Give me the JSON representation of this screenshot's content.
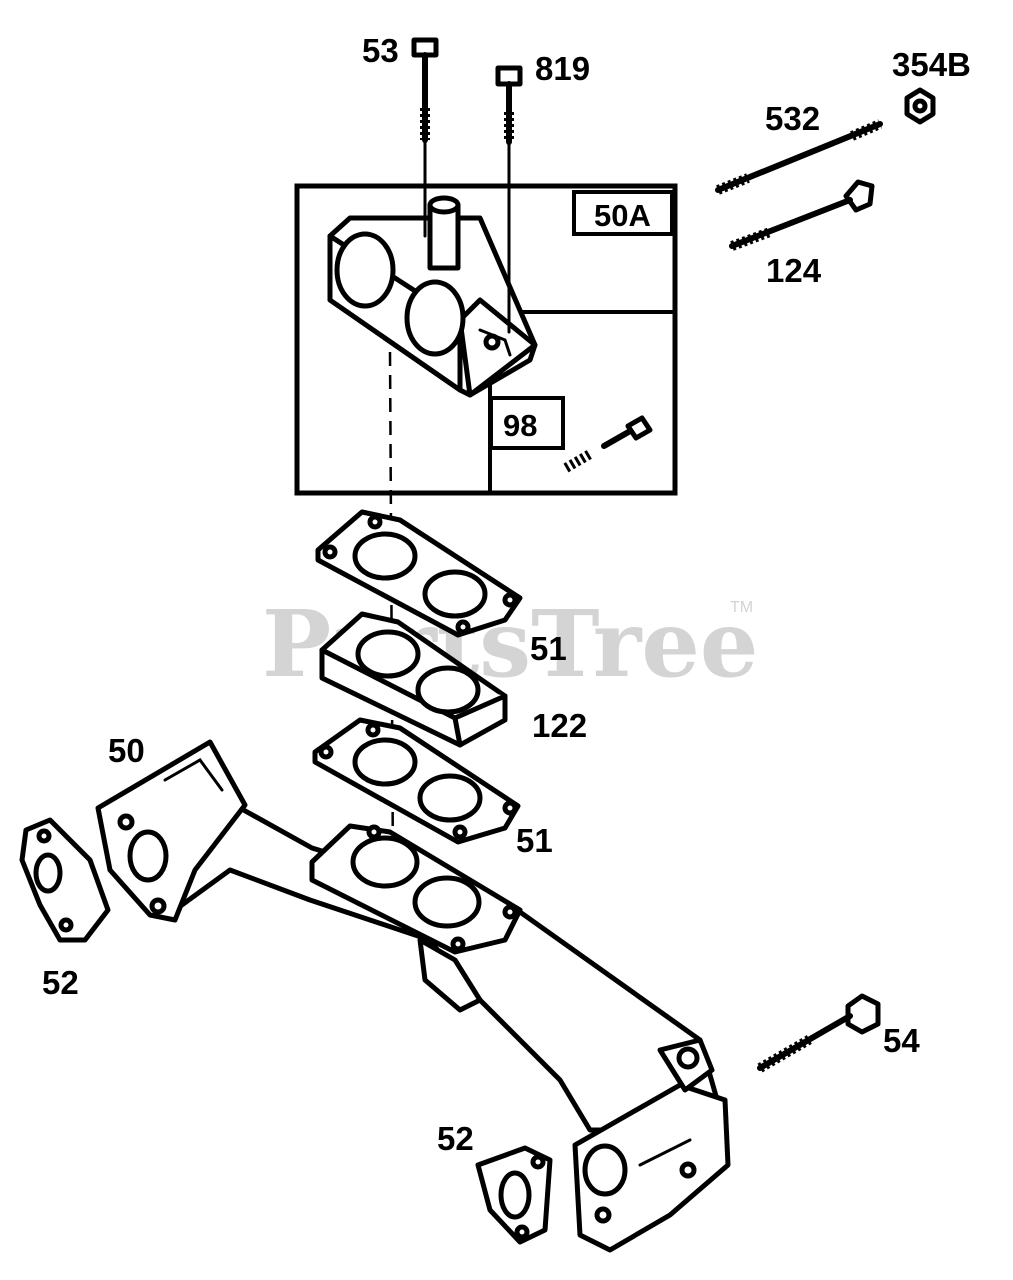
{
  "watermark": {
    "text": "PartsTree",
    "trademark": "TM"
  },
  "callouts": {
    "c53": "53",
    "c819": "819",
    "c354b": "354B",
    "c532": "532",
    "c50a": "50A",
    "c124": "124",
    "c98": "98",
    "c51_top": "51",
    "c122": "122",
    "c50": "50",
    "c51_bottom": "51",
    "c52_left": "52",
    "c54": "54",
    "c52_bottom": "52"
  }
}
